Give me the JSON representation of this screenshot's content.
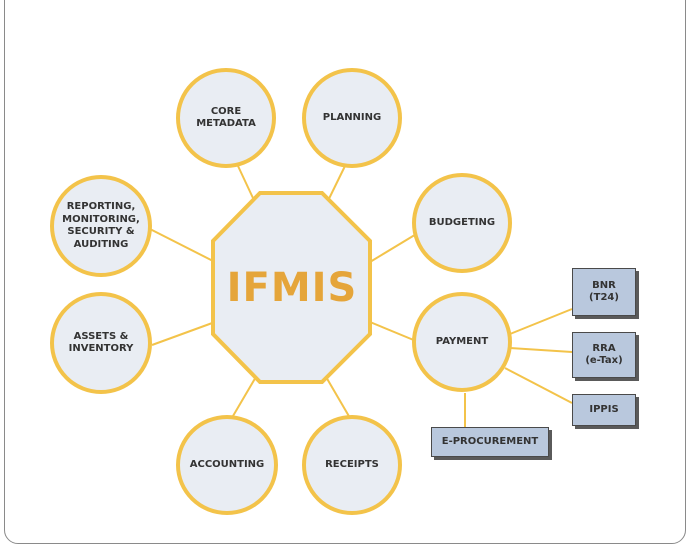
{
  "diagram": {
    "hub": {
      "label": "IFMIS"
    },
    "modules": {
      "core_metadata": "CORE\nMETADATA",
      "planning": "PLANNING",
      "budgeting": "BUDGETING",
      "payment": "PAYMENT",
      "receipts": "RECEIPTS",
      "accounting": "ACCOUNTING",
      "assets": "ASSETS &\nINVENTORY",
      "reporting": "REPORTING,\nMONITORING,\nSECURITY &\nAUDITING"
    },
    "external_systems": {
      "bnr": "BNR\n(T24)",
      "rra": "RRA\n(e-Tax)",
      "ippis": "IPPIS",
      "eprocurement": "E-PROCUREMENT"
    },
    "colors": {
      "node_fill": "#e9edf3",
      "node_border": "#f3c34a",
      "hub_text": "#e5a53a",
      "box_fill": "#b9c8dd"
    }
  }
}
